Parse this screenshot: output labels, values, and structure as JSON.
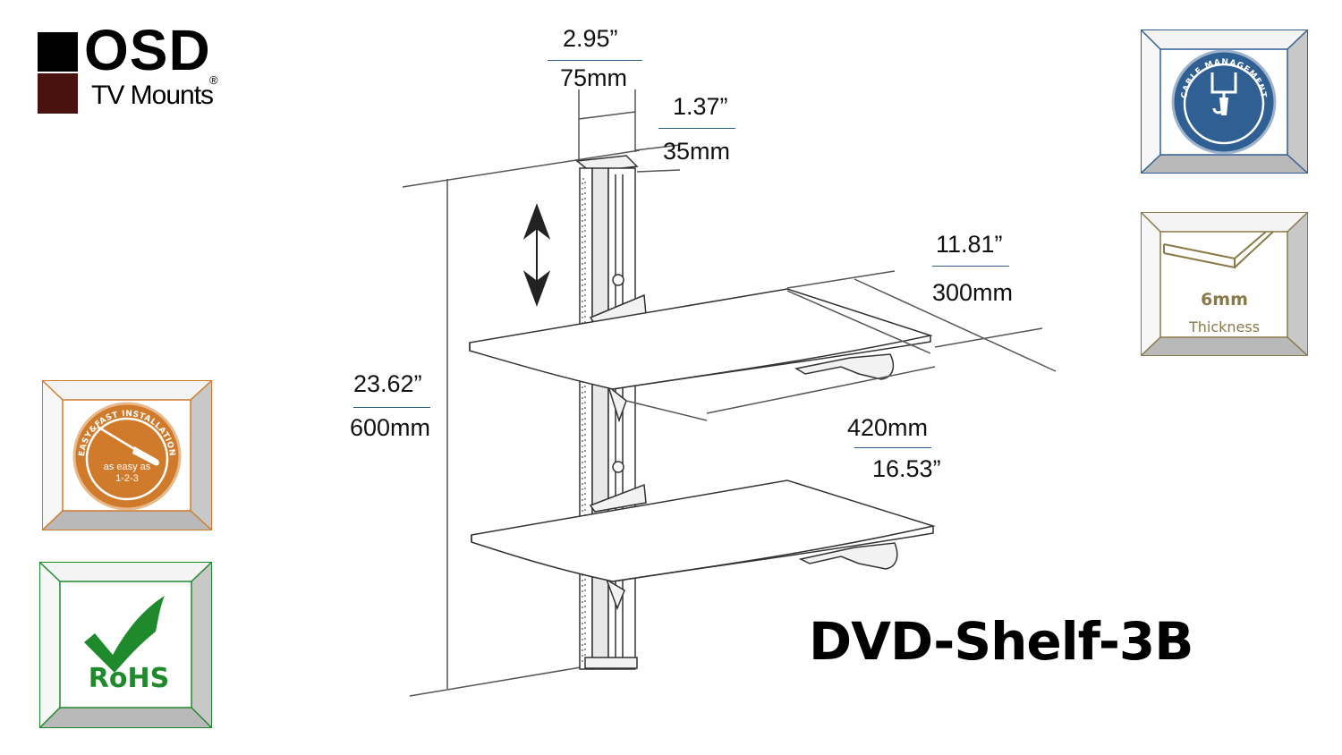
{
  "logo": {
    "brand": "OSD",
    "registered": "®",
    "subtitle": "TV Mounts"
  },
  "dimensions": {
    "post_width_in": "2.95”",
    "post_width_mm": "75mm",
    "post_depth_in": "1.37”",
    "post_depth_mm": "35mm",
    "shelf_depth_in": "11.81”",
    "shelf_depth_mm": "300mm",
    "height_in": "23.62”",
    "height_mm": "600mm",
    "shelf_width_mm": "420mm",
    "shelf_width_in": "16.53”"
  },
  "product_name": "DVD-Shelf-3B",
  "badges": {
    "cable": {
      "label": "CABLE MANAGEMENT",
      "color": "#2f5f93"
    },
    "thickness": {
      "value": "6mm",
      "label": "Thickness",
      "color": "#8a7a48"
    },
    "installation": {
      "arc_label": "EASY&FAST INSTALLATION",
      "line1": "as easy as",
      "line2": "1-2-3",
      "color": "#d07b2c"
    },
    "rohs": {
      "label": "RoHS",
      "color": "#1e8a2c"
    }
  }
}
